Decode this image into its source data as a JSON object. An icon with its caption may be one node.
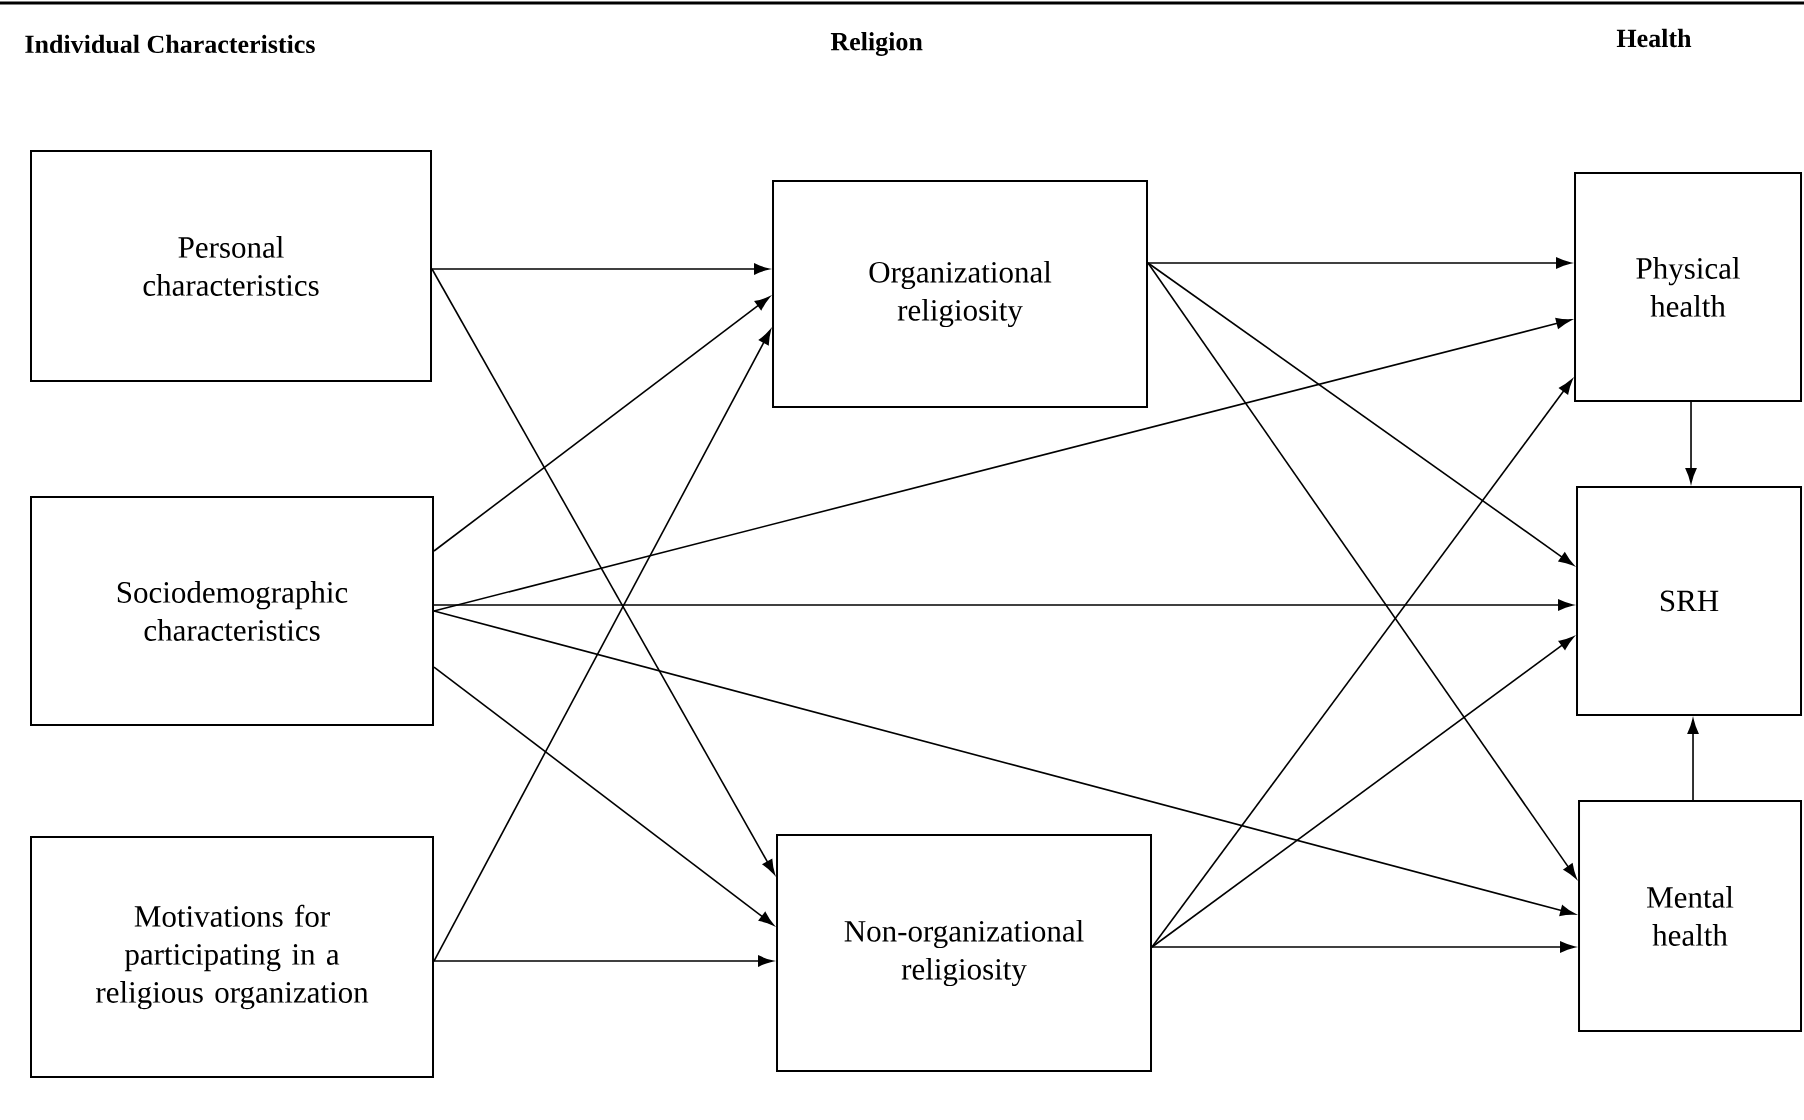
{
  "diagram": {
    "nodes": [
      {
        "text": [
          "Personal characteristics"
        ]
      },
      {
        "text": [
          "Sociodemographic characteristics"
        ]
      },
      {
        "text": [
          "Motivations for participating in a religious organization"
        ]
      },
      {
        "text": [
          "Organizational religiosity"
        ]
      },
      {
        "text": [
          "Non-organizational religiosity"
        ]
      },
      {
        "text": [
          "Physical health"
        ]
      },
      {
        "text": [
          "SRH"
        ]
      },
      {
        "text": [
          "Mental health"
        ]
      }
    ],
    "edges": [
      {
        "from": 0,
        "to": 3,
        "arrow": "to"
      },
      {
        "from": 0,
        "to": 4,
        "arrow": "to"
      },
      {
        "from": 1,
        "to": 3,
        "arrow": "to"
      },
      {
        "from": 1,
        "to": 5,
        "arrow": "to"
      },
      {
        "from": 1,
        "to": 6,
        "arrow": "to"
      },
      {
        "from": 1,
        "to": 7,
        "arrow": "to"
      },
      {
        "from": 1,
        "to": 4,
        "arrow": "to"
      },
      {
        "from": 2,
        "to": 3,
        "arrow": "to"
      },
      {
        "from": 2,
        "to": 4,
        "arrow": "to"
      },
      {
        "from": 3,
        "to": 5,
        "arrow": "to"
      },
      {
        "from": 3,
        "to": 6,
        "arrow": "to"
      },
      {
        "from": 3,
        "to": 7,
        "arrow": "to"
      },
      {
        "from": 4,
        "to": 5,
        "arrow": "to"
      },
      {
        "from": 4,
        "to": 6,
        "arrow": "to"
      },
      {
        "from": 4,
        "to": 7,
        "arrow": "to"
      },
      {
        "from": 5,
        "to": 6,
        "arrow": "to"
      },
      {
        "from": 7,
        "to": 6,
        "arrow": "to"
      }
    ],
    "labels": [
      "Individual Characteristics",
      "Religion",
      "Health"
    ]
  }
}
